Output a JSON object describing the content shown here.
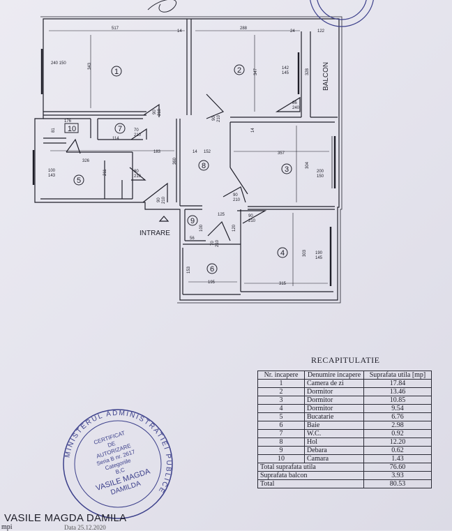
{
  "plan": {
    "rooms": [
      {
        "num": "1",
        "w": "517",
        "h": "343",
        "extra": "240\n150"
      },
      {
        "num": "2",
        "w": "288",
        "h": "347"
      },
      {
        "num": "3",
        "w": "357",
        "h": "304"
      },
      {
        "num": "4",
        "w": "315",
        "h": "303"
      },
      {
        "num": "5",
        "w": "326",
        "h": "211"
      },
      {
        "num": "6",
        "w": "195",
        "h": "153"
      },
      {
        "num": "7",
        "w": "114",
        "h": ""
      },
      {
        "num": "8",
        "w": "183",
        "h": "152"
      },
      {
        "num": "9",
        "w": "56",
        "h": ""
      },
      {
        "num": "10",
        "w": "176",
        "h": "81"
      }
    ],
    "balcony_label": "BALCON",
    "entrance_label": "INTRARE",
    "dims": {
      "d14a": "14",
      "d24": "24",
      "d122": "122",
      "d328": "328",
      "d145a": "145",
      "d142": "142",
      "d86": "86",
      "d240b": "240",
      "d90a": "90",
      "d210a": "210",
      "d90b": "90",
      "d210b": "210",
      "d14b": "14",
      "d70": "70",
      "d210c": "210",
      "d80": "80",
      "d210d": "210",
      "d14c": "14",
      "d360": "360",
      "d100": "100",
      "d143": "143",
      "d90c": "90",
      "d210e": "210",
      "d200": "200",
      "d150": "150",
      "d125": "125",
      "d90d": "90",
      "d210f": "210",
      "d120": "120",
      "d190": "190",
      "d145b": "145",
      "d70b": "70",
      "d210g": "210",
      "d90e": "90",
      "d210h": "210",
      "d100b": "100"
    }
  },
  "recap": {
    "title": "RECAPITULATIE",
    "headers": {
      "nr": "Nr. incapere",
      "name": "Denumire incapere",
      "area": "Suprafata utila [mp]"
    },
    "rows": [
      {
        "nr": "1",
        "name": "Camera de zi",
        "area": "17.84"
      },
      {
        "nr": "2",
        "name": "Dormitor",
        "area": "13.46"
      },
      {
        "nr": "3",
        "name": "Dormitor",
        "area": "10.85"
      },
      {
        "nr": "4",
        "name": "Dormitor",
        "area": "9.54"
      },
      {
        "nr": "5",
        "name": "Bucatarie",
        "area": "6.76"
      },
      {
        "nr": "6",
        "name": "Baie",
        "area": "2.98"
      },
      {
        "nr": "7",
        "name": "W.C.",
        "area": "0.92"
      },
      {
        "nr": "8",
        "name": "Hol",
        "area": "12.20"
      },
      {
        "nr": "9",
        "name": "Debara",
        "area": "0.62"
      },
      {
        "nr": "10",
        "name": "Camara",
        "area": "1.43"
      }
    ],
    "total_util_label": "Total suprafata utila",
    "total_util_value": "76.60",
    "balcony_label": "Suprafata balcon",
    "balcony_value": "3.93",
    "total_label": "Total",
    "total_value": "80.53"
  },
  "stamp": {
    "ring_text": "MINISTERUL ADMINISTRATIEI PUBLICE",
    "lines": [
      "CERTIFICAT",
      "DE",
      "AUTORIZARE",
      "Seria B nr. 2617",
      "Categoriile",
      "B,C",
      "VASILE MAGDA",
      "DAMILDA"
    ]
  },
  "footer": {
    "owner": "VASILE MAGDA DAMILA",
    "sub": "mpi",
    "date": "Data 25.12.2020"
  },
  "colors": {
    "ink": "#1e1e28",
    "paper": "#e6e5ee",
    "stamp": "#3b3f8a"
  }
}
